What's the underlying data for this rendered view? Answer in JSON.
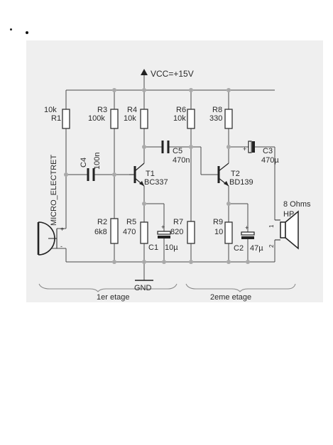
{
  "header": {
    "mark": "·",
    "bullet_text": ""
  },
  "labels": {
    "vcc": "VCC=+15V",
    "gnd": "GND",
    "mic": "MICRO_ELECTRET",
    "mic_plus": "+",
    "mic_minus": "-",
    "r1_val": "10k",
    "r1_ref": "R1",
    "r3_ref": "R3",
    "r3_val": "100k",
    "r4_ref": "R4",
    "r4_val": "10k",
    "r6_ref": "R6",
    "r6_val": "10k",
    "r8_ref": "R8",
    "r8_val": "330",
    "c4_ref": "C4",
    "c4_val": "100n",
    "c5_ref": "C5",
    "c5_val": "470n",
    "c3_ref": "C3",
    "c3_val": "470µ",
    "t1_ref": "T1",
    "t1_val": "BC337",
    "t2_ref": "T2",
    "t2_val": "BD139",
    "r2_ref": "R2",
    "r2_val": "6k8",
    "r5_ref": "R5",
    "r5_val": "470",
    "c1_ref": "C1",
    "c1_val": "10µ",
    "r7_ref": "R7",
    "r7_val": "820",
    "r9_ref": "R9",
    "r9_val": "10",
    "c2_ref": "C2",
    "c2_val": "47µ",
    "hp_value": "8 Ohms",
    "hp_ref": "HP",
    "hp_pin1": "1",
    "hp_pin2": "2",
    "cap_plus": "+",
    "stage1": "1er etage",
    "stage2": "2eme etage"
  }
}
